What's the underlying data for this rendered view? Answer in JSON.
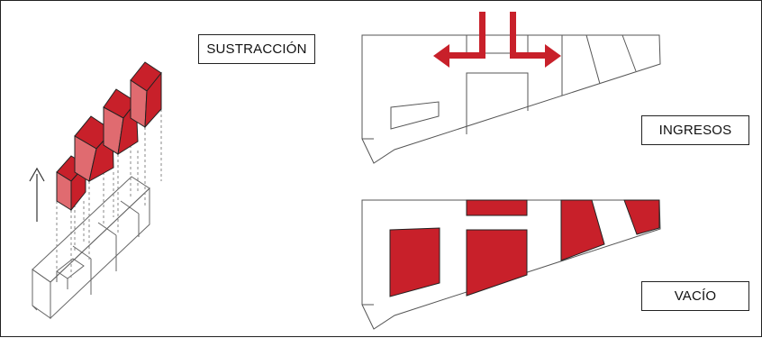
{
  "labels": {
    "sustraccion": "SUSTRACCIÓN",
    "ingresos": "INGRESOS",
    "vacio": "VACÍO"
  },
  "colors": {
    "void_red": "#c8202a",
    "void_red_light": "#e06b70",
    "arrow_red": "#c8202a",
    "line": "#333333"
  }
}
